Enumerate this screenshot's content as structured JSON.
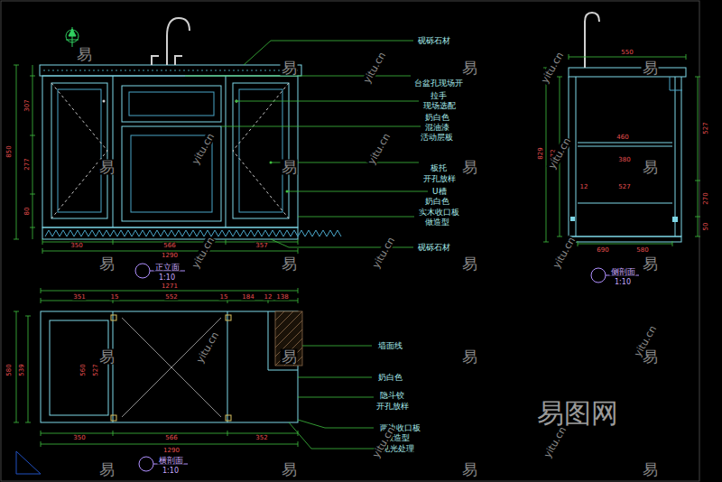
{
  "diagram": {
    "labels": [
      "砚砾石材",
      "台盆孔现场开",
      "拉手",
      "现场选配",
      "奶白色",
      "混油漆",
      "活动层板",
      "板托",
      "开孔放样",
      "U槽",
      "奶白色",
      "实木收口板",
      "做造型",
      "砚砾石材",
      "墙面线",
      "奶白色",
      "隐斗铰",
      "开孔放样",
      "两边收口板",
      "做造型",
      "见光处理",
      "正立面",
      "1:10",
      "侧剖面",
      "1:10",
      "横剖面",
      "1:10",
      "350",
      "566",
      "357",
      "1290",
      "850",
      "307",
      "277",
      "80",
      "550",
      "460",
      "380",
      "527",
      "12",
      "690",
      "580",
      "527",
      "270",
      "50",
      "829",
      "772",
      "1271",
      "351",
      "15",
      "552",
      "15",
      "184",
      "12",
      "138",
      "580",
      "539",
      "560",
      "527",
      "350",
      "566",
      "352",
      "1290",
      "易",
      "易",
      "易",
      "易",
      "易",
      "易",
      "易",
      "易",
      "易",
      "易",
      "易",
      "易",
      "易",
      "易",
      "易",
      "易",
      "易",
      "易",
      "易",
      "易",
      "yitu.cn",
      "yitu.cn",
      "yitu.cn",
      "yitu.cn",
      "yitu.cn",
      "yitu.cn",
      "yitu.cn",
      "yitu.cn",
      "yitu.cn",
      "yitu.cn",
      "yitu.cn",
      "yitu.cn",
      "易图网"
    ]
  }
}
